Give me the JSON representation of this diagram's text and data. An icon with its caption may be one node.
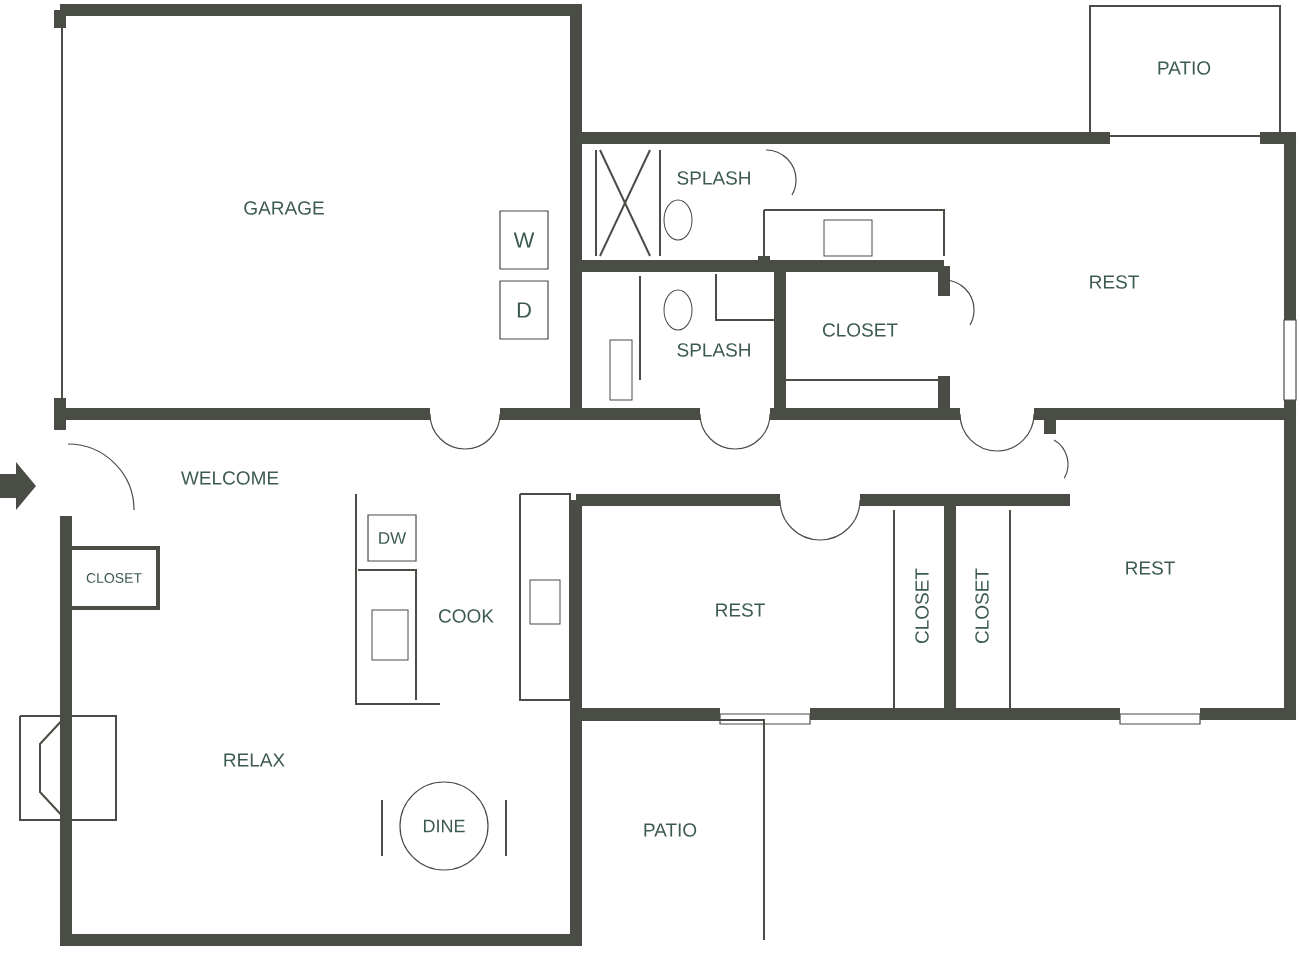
{
  "diagram": {
    "nodes": [
      {
        "text": [
          "W"
        ]
      },
      {
        "text": [
          "D"
        ]
      },
      {
        "text": [
          "DW"
        ]
      },
      {
        "text": [
          "CLOSET"
        ]
      },
      {
        "text": [
          "DINE"
        ]
      }
    ],
    "labels": [
      "PATIO",
      "GARAGE",
      "SPLASH",
      "REST",
      "CLOSET",
      "SPLASH",
      "WELCOME",
      "COOK",
      "REST",
      "CLOSET",
      "CLOSET",
      "REST",
      "RELAX",
      "PATIO"
    ]
  }
}
